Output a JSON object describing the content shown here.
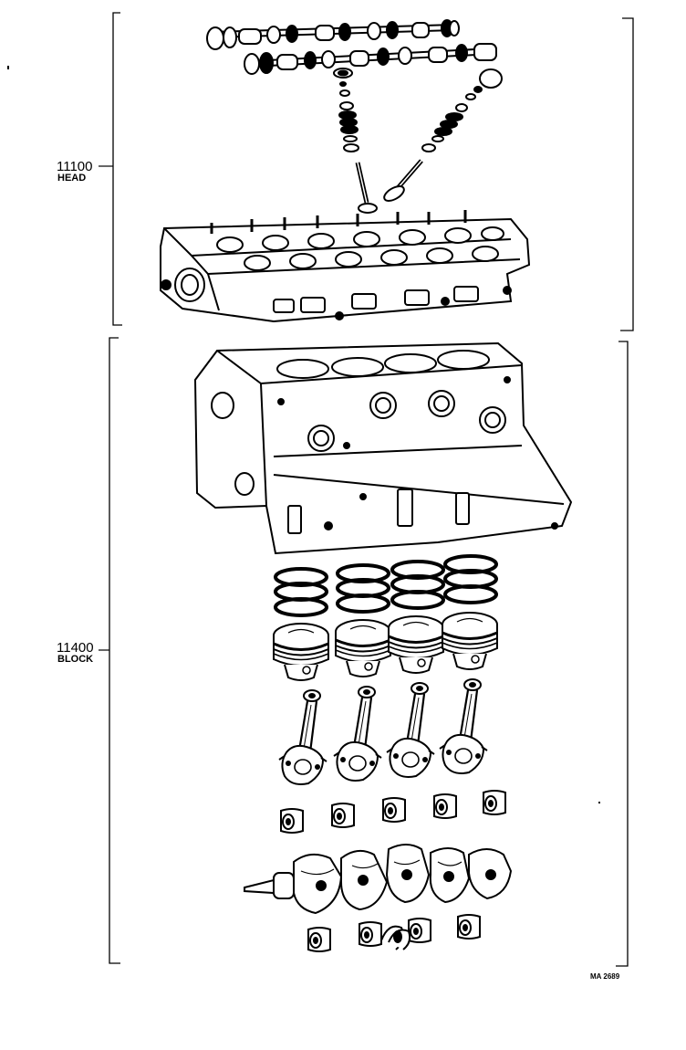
{
  "groups": [
    {
      "number": "11100",
      "name": "HEAD"
    },
    {
      "number": "11400",
      "name": "BLOCK"
    }
  ],
  "diagram_code": "MA 2689"
}
